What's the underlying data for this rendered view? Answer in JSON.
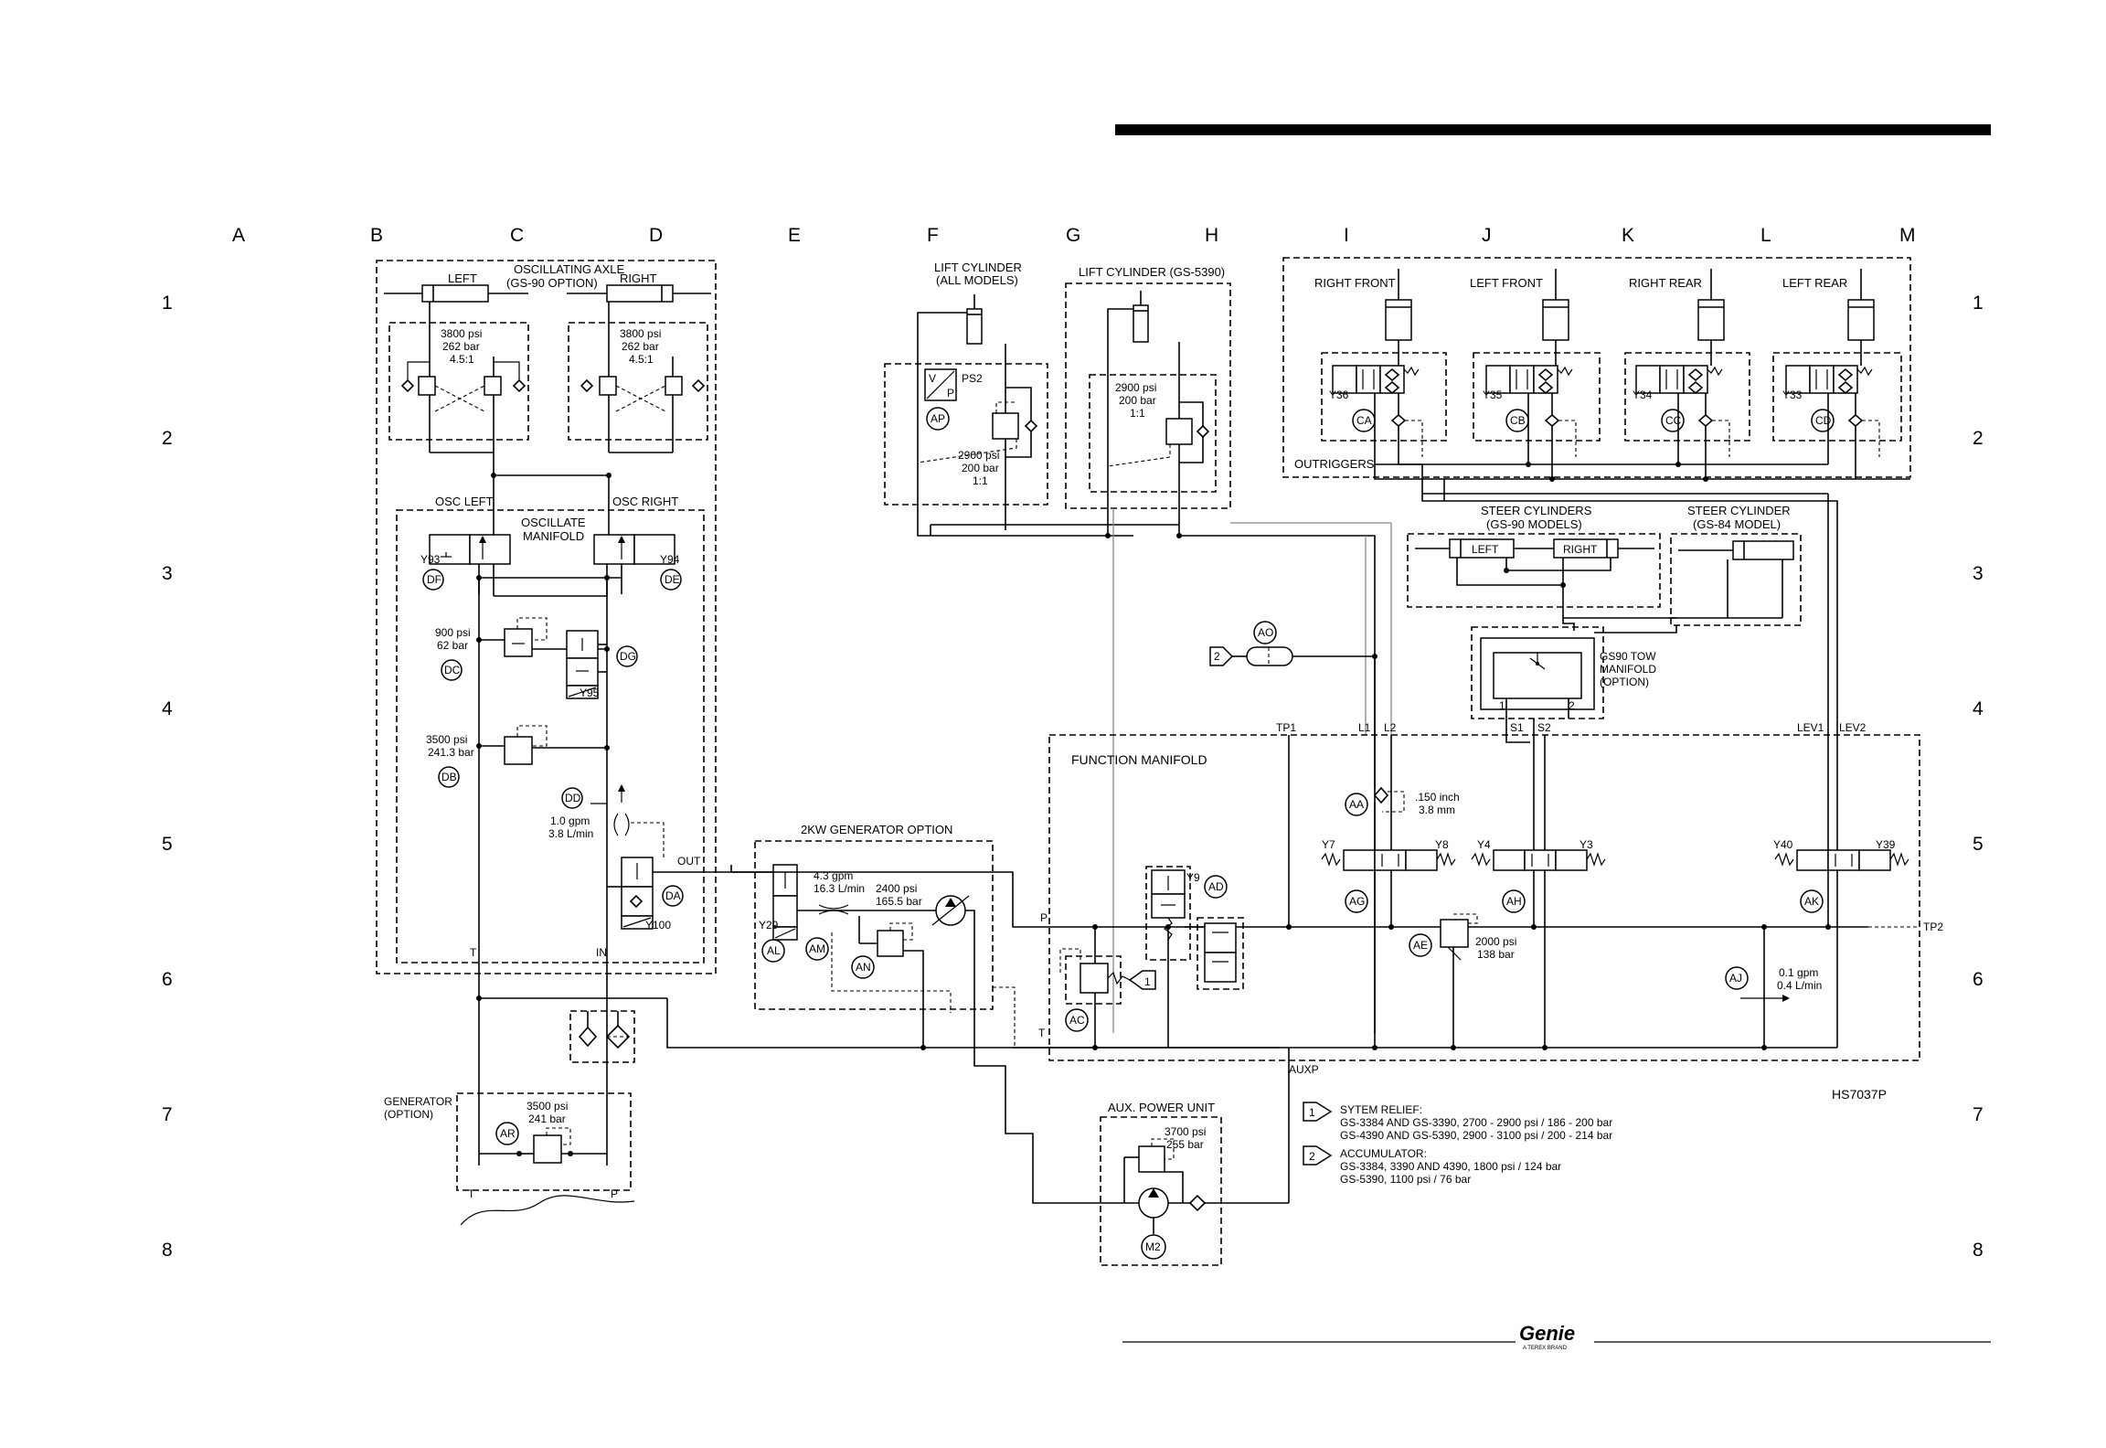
{
  "header": {
    "bar_color": "#000000"
  },
  "grid": {
    "columns": [
      "A",
      "B",
      "C",
      "D",
      "E",
      "F",
      "G",
      "H",
      "I",
      "J",
      "K",
      "L",
      "M"
    ],
    "rows": [
      "1",
      "2",
      "3",
      "4",
      "5",
      "6",
      "7",
      "8"
    ]
  },
  "osc_axle": {
    "title_1": "OSCILLATING AXLE",
    "title_2": "(GS-90 OPTION)",
    "left": "LEFT",
    "right": "RIGHT",
    "valve_left": [
      "3800 psi",
      "262 bar",
      "4.5:1"
    ],
    "valve_right": [
      "3800 psi",
      "262 bar",
      "4.5:1"
    ]
  },
  "osc_manifold": {
    "osc_left": "OSC LEFT",
    "osc_right": "OSC RIGHT",
    "title_1": "OSCILLATE",
    "title_2": "MANIFOLD",
    "y93": "Y93",
    "y94": "Y94",
    "df": "DF",
    "de": "DE",
    "dc_psi": "900 psi",
    "dc_bar": "62 bar",
    "dc": "DC",
    "dg": "DG",
    "y95": "Y95",
    "db_psi": "3500 psi",
    "db_bar": "241.3 bar",
    "db": "DB",
    "dd": "DD",
    "dd_gpm": "1.0 gpm",
    "dd_lmin": "3.8 L/min",
    "out": "OUT",
    "da": "DA",
    "y100": "Y100",
    "t": "T",
    "in": "IN"
  },
  "generator": {
    "title_1": "GENERATOR",
    "title_2": "(OPTION)",
    "ar": "AR",
    "psi": "3500 psi",
    "bar": "241 bar",
    "t": "T",
    "p": "P"
  },
  "gen2kw": {
    "title": "2KW GENERATOR OPTION",
    "gpm": "4.3 gpm",
    "lmin": "16.3 L/min",
    "psi": "2400 psi",
    "bar": "165.5 bar",
    "y29": "Y29",
    "al": "AL",
    "am": "AM",
    "an": "AN"
  },
  "lift_all": {
    "title_1": "LIFT CYLINDER",
    "title_2": "(ALL MODELS)",
    "ps2": "PS2",
    "v": "V",
    "p": "P",
    "ap": "AP",
    "psi": "2900 psi",
    "bar": "200 bar",
    "ratio": "1:1"
  },
  "lift_5390": {
    "title": "LIFT CYLINDER (GS-5390)",
    "psi": "2900 psi",
    "bar": "200 bar",
    "ratio": "1:1"
  },
  "outriggers": {
    "title": "OUTRIGGERS",
    "right_front": "RIGHT FRONT",
    "left_front": "LEFT FRONT",
    "right_rear": "RIGHT REAR",
    "left_rear": "LEFT REAR",
    "y36": "Y36",
    "y35": "Y35",
    "y34": "Y34",
    "y33": "Y33",
    "ca": "CA",
    "cb": "CB",
    "cc": "CC",
    "cd": "CD"
  },
  "steer90": {
    "title_1": "STEER CYLINDERS",
    "title_2": "(GS-90 MODELS)",
    "left": "LEFT",
    "right": "RIGHT"
  },
  "steer84": {
    "title_1": "STEER CYLINDER",
    "title_2": "(GS-84 MODEL)"
  },
  "tow": {
    "title_1": "GS90 TOW",
    "title_2": "MANIFOLD",
    "title_3": "(OPTION)",
    "port_1": "1",
    "port_2": "2"
  },
  "accumulator": {
    "ao": "AO",
    "ref": "2"
  },
  "function_manifold": {
    "title": "FUNCTION MANIFOLD",
    "tp1": "TP1",
    "tp2": "TP2",
    "l1": "L1",
    "l2": "L2",
    "s1": "S1",
    "s2": "S2",
    "lev1": "LEV1",
    "lev2": "LEV2",
    "p": "P",
    "t": "T",
    "auxp": "AUXP",
    "aa": "AA",
    "aa_inch": ".150 inch",
    "aa_mm": "3.8 mm",
    "y7": "Y7",
    "y8": "Y8",
    "ag": "AG",
    "y4": "Y4",
    "y3": "Y3",
    "ah": "AH",
    "y40": "Y40",
    "y39": "Y39",
    "ak": "AK",
    "y9": "Y9",
    "ad": "AD",
    "ac": "AC",
    "ref1": "1",
    "ae": "AE",
    "ae_psi": "2000 psi",
    "ae_bar": "138 bar",
    "aj": "AJ",
    "aj_gpm": "0.1 gpm",
    "aj_lmin": "0.4 L/min"
  },
  "aux_power": {
    "title": "AUX. POWER UNIT",
    "psi": "3700 psi",
    "bar": "255 bar",
    "m2": "M2"
  },
  "notes": {
    "drawing_no": "HS7037P",
    "note1_num": "1",
    "note1_title": "SYTEM RELIEF:",
    "note1_line1": "GS-3384 AND GS-3390, 2700 - 2900 psi / 186 - 200 bar",
    "note1_line2": "GS-4390 AND GS-5390, 2900 - 3100 psi / 200 - 214 bar",
    "note2_num": "2",
    "note2_title": "ACCUMULATOR:",
    "note2_line1": "GS-3384, 3390 AND 4390, 1800 psi / 124 bar",
    "note2_line2": "GS-5390, 1100 psi / 76 bar"
  },
  "footer": {
    "logo": "Genie",
    "logo_sub": "A TEREX BRAND"
  }
}
